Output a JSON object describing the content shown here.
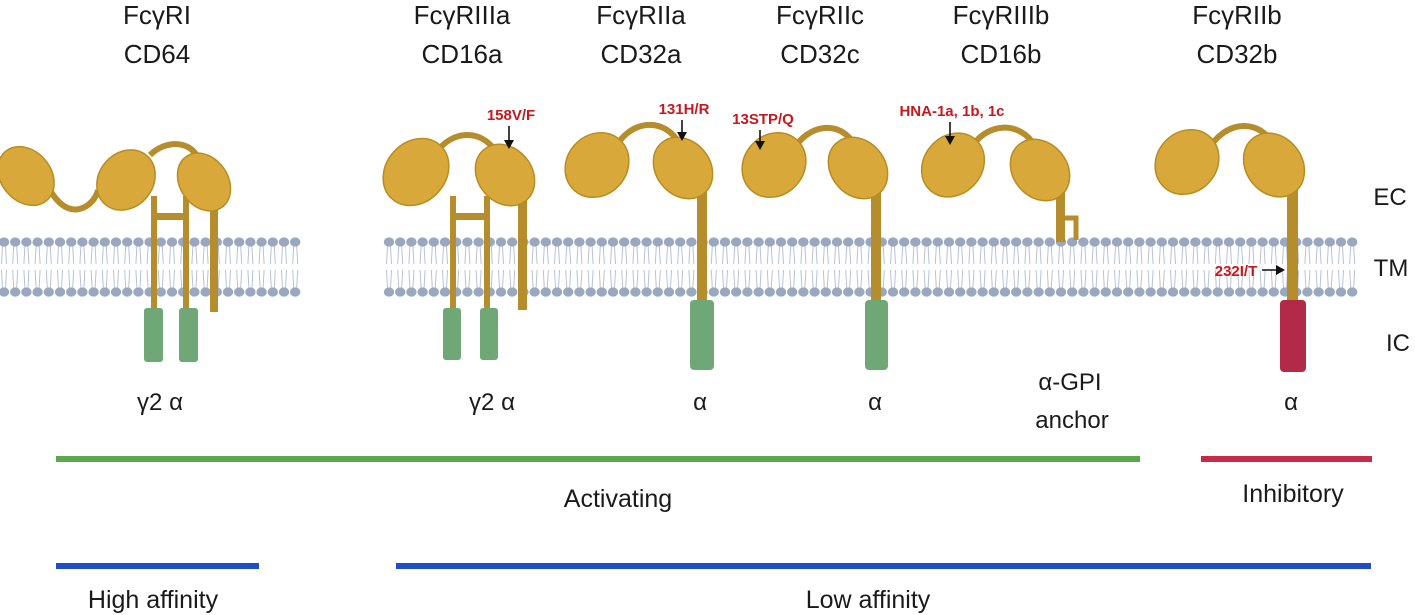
{
  "colors": {
    "domain": "#d8a93a",
    "domain_edge": "#b98c22",
    "stalk": "#b68d2c",
    "membrane_head": "#99a8bf",
    "membrane_tail": "#b6c3d6",
    "green_tail": "#6fa777",
    "inhibitory_tail": "#b32a48",
    "activating_line": "#5aa84a",
    "inhibitory_line": "#c62a46",
    "affinity_line": "#1f4fc2",
    "variant_text": "#c8171e"
  },
  "receptors": [
    {
      "name": "FcγRI",
      "cd": "CD64",
      "chains": "γ2  α",
      "chain_note": ""
    },
    {
      "name": "FcγRIIIa",
      "cd": "CD16a",
      "chains": "γ2  α",
      "chain_note": "",
      "variant": "158V/F"
    },
    {
      "name": "FcγRIIa",
      "cd": "CD32a",
      "chains": "α",
      "chain_note": "",
      "variant": "131H/R"
    },
    {
      "name": "FcγRIIc",
      "cd": "CD32c",
      "chains": "α",
      "chain_note": "",
      "variant": "13STP/Q"
    },
    {
      "name": "FcγRIIIb",
      "cd": "CD16b",
      "chains": "α-GPI",
      "chain_note": "anchor",
      "variant": "HNA-1a, 1b, 1c"
    },
    {
      "name": "FcγRIIb",
      "cd": "CD32b",
      "chains": "α",
      "chain_note": "",
      "variant": "232I/T"
    }
  ],
  "zones": {
    "ec": "EC",
    "tm": "TM",
    "ic": "IC"
  },
  "groups": {
    "activating": "Activating",
    "inhibitory": "Inhibitory",
    "high_affinity": "High affinity",
    "low_affinity": "Low affinity"
  }
}
